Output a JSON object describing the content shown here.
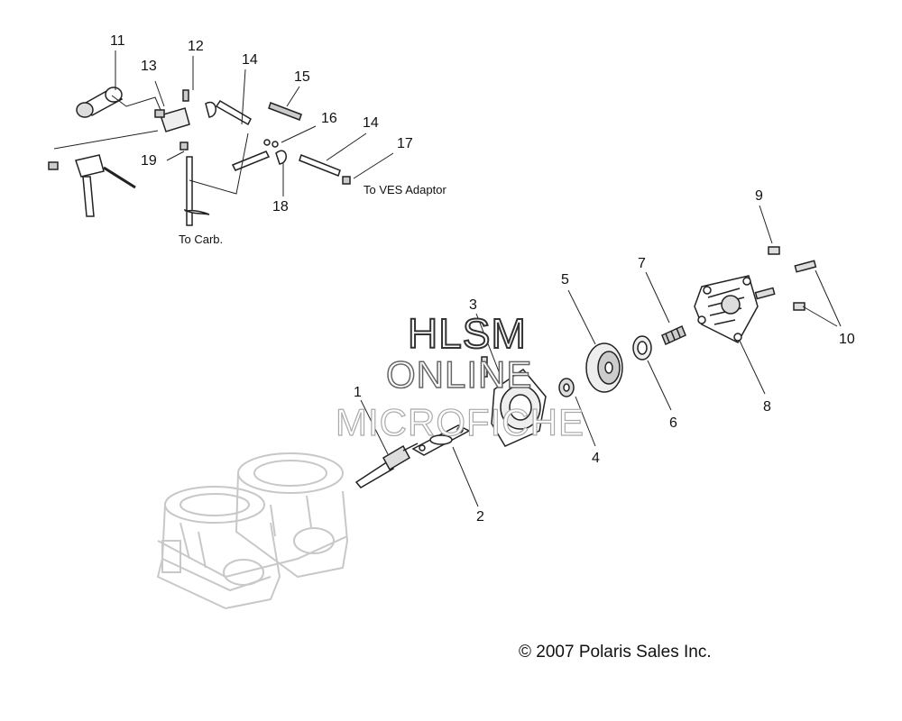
{
  "callouts": [
    "1",
    "2",
    "3",
    "4",
    "5",
    "6",
    "7",
    "8",
    "9",
    "10",
    "11",
    "12",
    "13",
    "14",
    "14",
    "15",
    "16",
    "17",
    "18",
    "19"
  ],
  "notes": {
    "to_carb": "To Carb.",
    "to_ves": "To VES Adaptor"
  },
  "watermark": {
    "line1": "HLSM",
    "line2": "ONLINE",
    "line3": "MICROFICHE"
  },
  "copyright": "© 2007 Polaris Sales Inc."
}
